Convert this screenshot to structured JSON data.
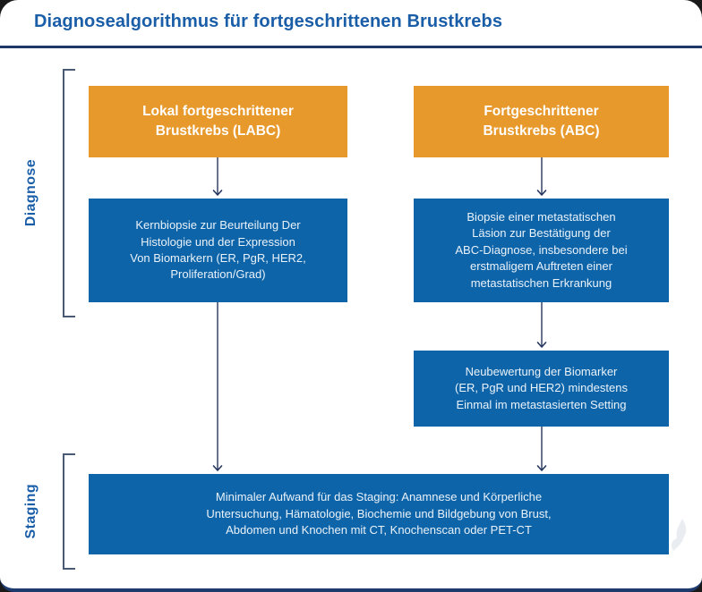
{
  "header": {
    "title": "Diagnosealgorithmus für fortgeschrittenen Brustkrebs"
  },
  "side_labels": {
    "diagnose": "Diagnose",
    "staging": "Staging"
  },
  "flowchart": {
    "labc_header": [
      "Lokal fortgeschrittener",
      "Brustkrebs (LABC)"
    ],
    "abc_header": [
      "Fortgeschrittener",
      "Brustkrebs (ABC)"
    ],
    "labc_biopsy": [
      "Kernbiopsie zur Beurteilung Der",
      "Histologie und der Expression",
      "Von Biomarkern (ER, PgR, HER2,",
      "Proliferation/Grad)"
    ],
    "abc_biopsy": [
      "Biopsie einer metastatischen",
      "Läsion zur Bestätigung der",
      "ABC-Diagnose, insbesondere bei",
      "erstmaligem Auftreten einer",
      "metastatischen Erkrankung"
    ],
    "abc_reassess": [
      "Neubewertung der Biomarker",
      "(ER, PgR und HER2) mindestens",
      "Einmal im metastasierten Setting"
    ],
    "staging_minimum": [
      "Minimaler Aufwand für das Staging: Anamnese und Körperliche",
      "Untersuchung, Hämatologie, Biochemie und Bildgebung von Brust,",
      "Abdomen und Knochen mit CT, Knochenscan oder PET-CT"
    ]
  },
  "colors": {
    "header_box_orange": "#E8992C",
    "step_box_blue": "#0D64A8",
    "title_text_blue": "#1B5EA8",
    "arrow_navy": "#24365E",
    "bracket_slate": "#4A5A74"
  }
}
